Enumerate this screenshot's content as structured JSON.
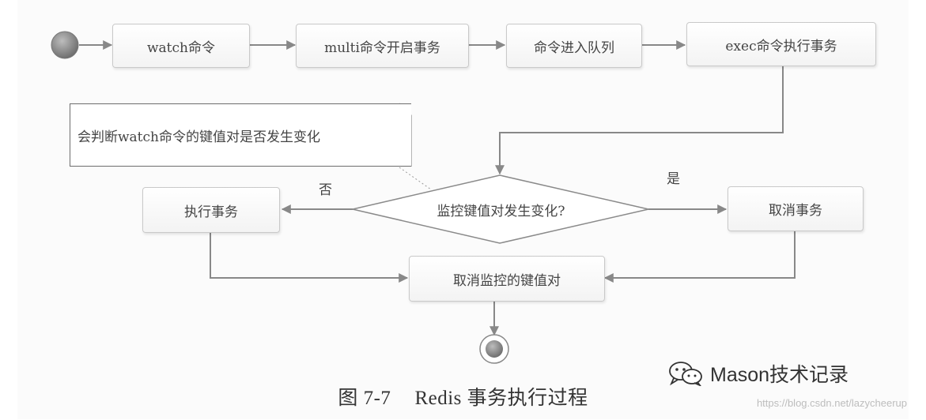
{
  "flow": {
    "step_watch": "watch命令",
    "step_multi": "multi命令开启事务",
    "step_queue": "命令进入队列",
    "step_exec": "exec命令执行事务",
    "note": "会判断watch命令的键值对是否发生变化",
    "decision": "监控键值对发生变化?",
    "branch_no": "否",
    "branch_yes": "是",
    "execute": "执行事务",
    "cancel": "取消事务",
    "unwatch": "取消监控的键值对"
  },
  "caption": {
    "figure_number": "图 7-7",
    "title": "Redis 事务执行过程"
  },
  "watermark": {
    "brand": "Mason技术记录",
    "url": "https://blog.csdn.net/lazycheerup",
    "icon": "wechat-icon"
  },
  "colors": {
    "arrow": "#888888",
    "node_fill": "#8c8c8c"
  }
}
